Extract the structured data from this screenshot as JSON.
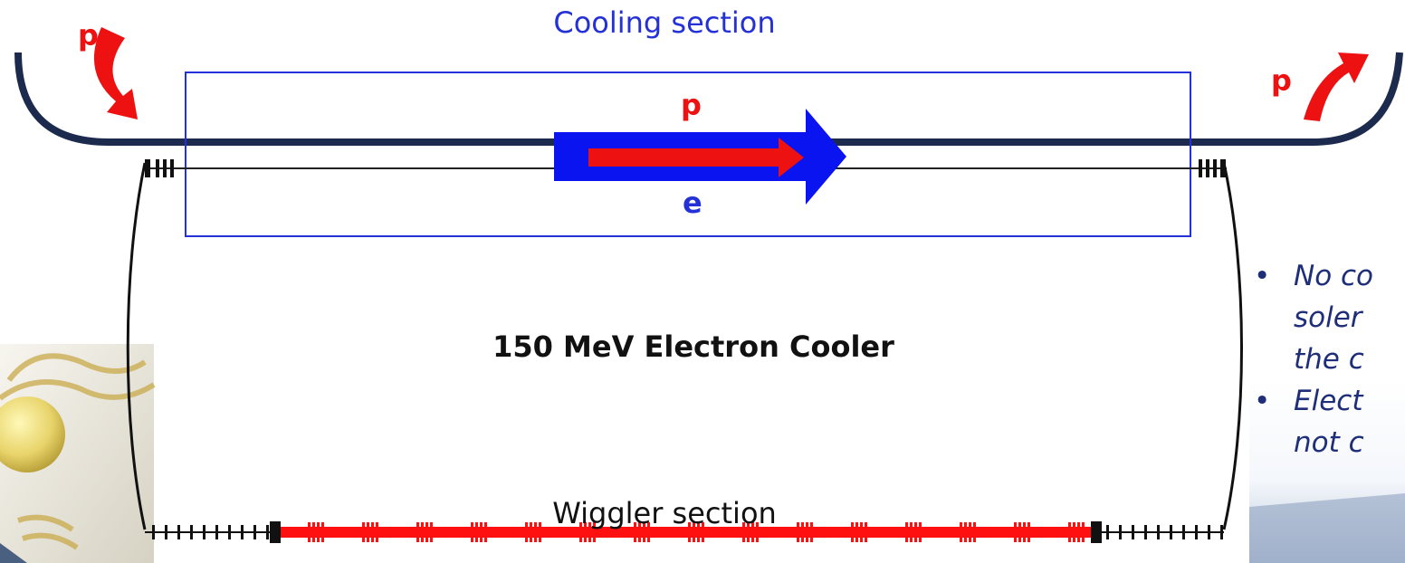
{
  "labels": {
    "cooling_section": "Cooling section",
    "proton_symbol": "p",
    "electron_symbol": "e",
    "cooler_title": "150 MeV Electron Cooler",
    "wiggler_section": "Wiggler section"
  },
  "notes": [
    {
      "lines": [
        "No co",
        "soler",
        "the c"
      ]
    },
    {
      "lines": [
        "Elect",
        "not c"
      ]
    }
  ],
  "colors": {
    "beam_pipe": "#1b2a4d",
    "cooling_box": "#2431d6",
    "proton": "#ee1111",
    "electron_beam": "#0a14f0",
    "wiggler": "#ff1010",
    "notes_text": "#1e2e78"
  }
}
